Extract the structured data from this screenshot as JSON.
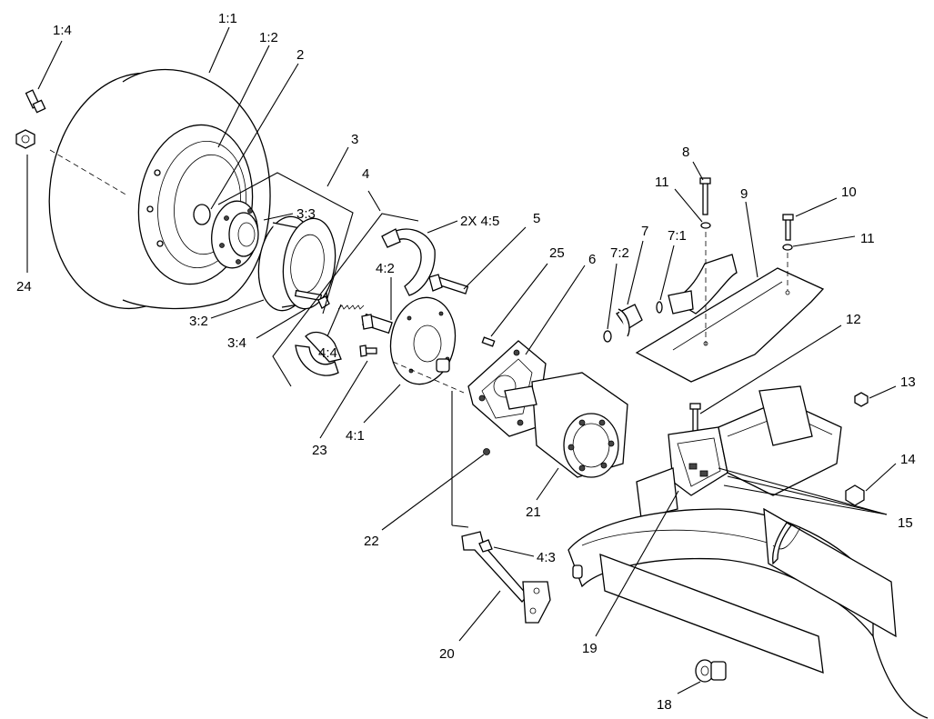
{
  "callouts": {
    "c1_4": "1:4",
    "c1_1": "1:1",
    "c1_2": "1:2",
    "c2": "2",
    "c3": "3",
    "c3_3": "3:3",
    "c24": "24",
    "c3_2": "3:2",
    "c3_4": "3:4",
    "c4": "4",
    "c2x4_5": "2X 4:5",
    "c5": "5",
    "c25": "25",
    "c6": "6",
    "c7_2": "7:2",
    "c7": "7",
    "c7_1": "7:1",
    "c8": "8",
    "c11a": "11",
    "c9": "9",
    "c10": "10",
    "c11b": "11",
    "c4_2": "4:2",
    "c4_4": "4:4",
    "c23": "23",
    "c4_1": "4:1",
    "c12": "12",
    "c13": "13",
    "c14": "14",
    "c15": "15",
    "c21": "21",
    "c22": "22",
    "c4_3": "4:3",
    "c19": "19",
    "c20": "20",
    "c18": "18"
  }
}
